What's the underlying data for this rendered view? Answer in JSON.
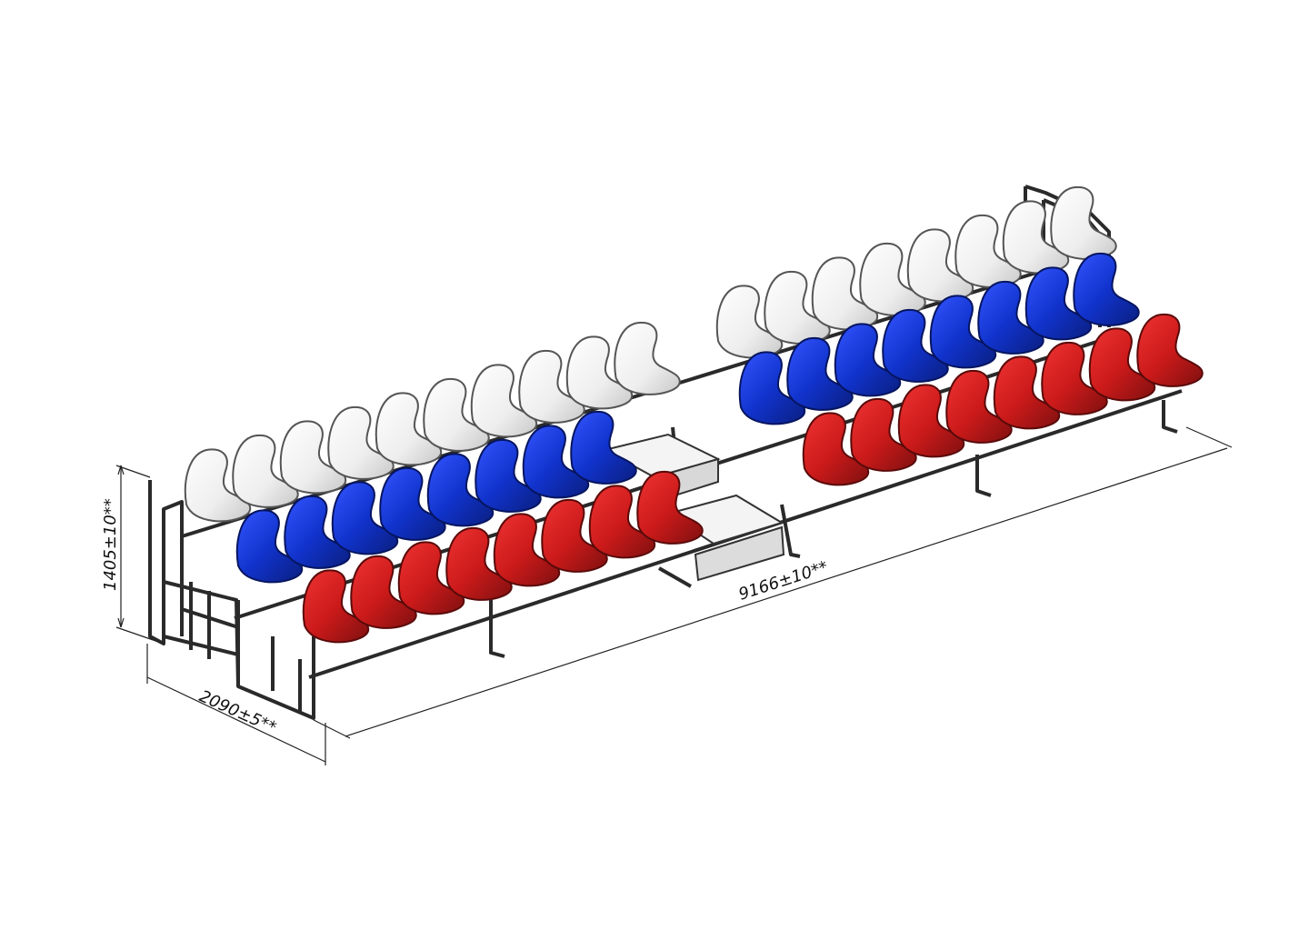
{
  "dimensions": {
    "height": "1405±10**",
    "depth": "2090±5**",
    "length": "9166±10**"
  },
  "colors": {
    "background": "#ffffff",
    "frame": "#2a2a2a",
    "seat_white": "#f2f2f2",
    "seat_blue": "#1133cc",
    "seat_red": "#cc1a1a",
    "dimension_line": "#222222"
  },
  "rows": [
    {
      "name": "top",
      "color": "white",
      "left_section_seats": 10,
      "right_section_seats": 8
    },
    {
      "name": "middle",
      "color": "blue",
      "left_section_seats": 8,
      "right_section_seats": 8
    },
    {
      "name": "bottom",
      "color": "red",
      "left_section_seats": 8,
      "right_section_seats": 8
    }
  ]
}
